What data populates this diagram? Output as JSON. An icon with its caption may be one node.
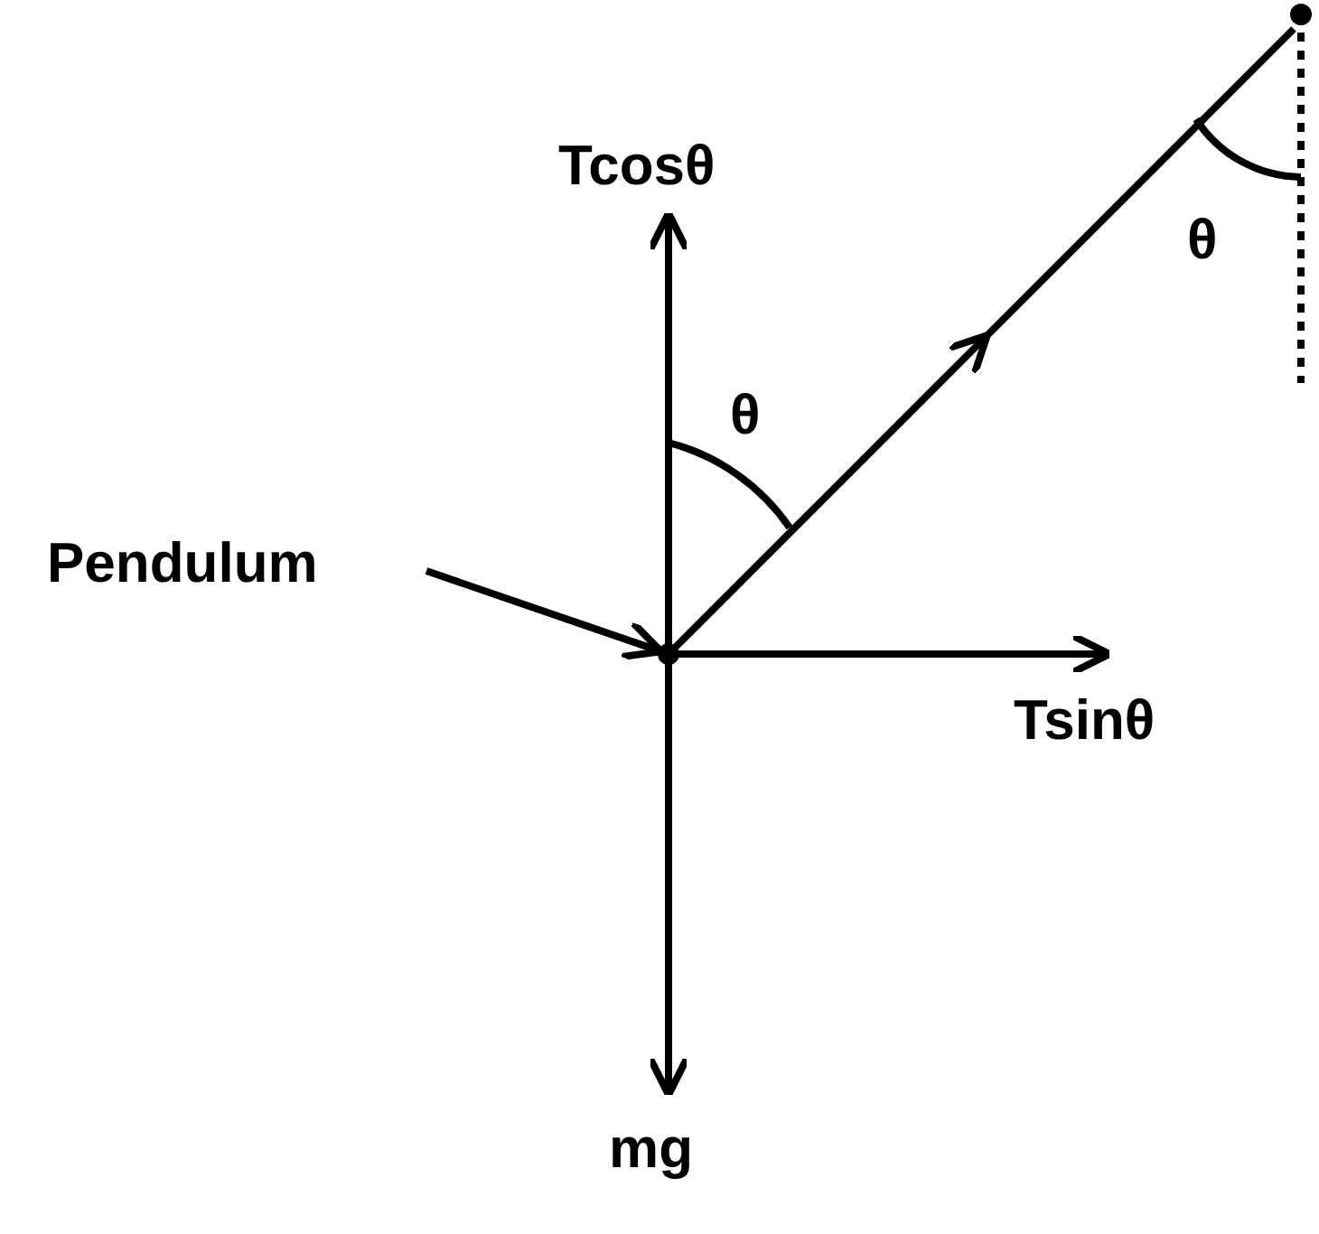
{
  "diagram": {
    "nodes": [
      {
        "text": [
          "Pendulum"
        ]
      },
      {
        "text": [],
        "shape": "circle"
      }
    ],
    "edges": [
      {
        "from": 0,
        "to": 1,
        "arrow": "to"
      }
    ],
    "labels": [
      "Tcosθ",
      "θ",
      "θ",
      "Tsinθ",
      "mg"
    ]
  }
}
